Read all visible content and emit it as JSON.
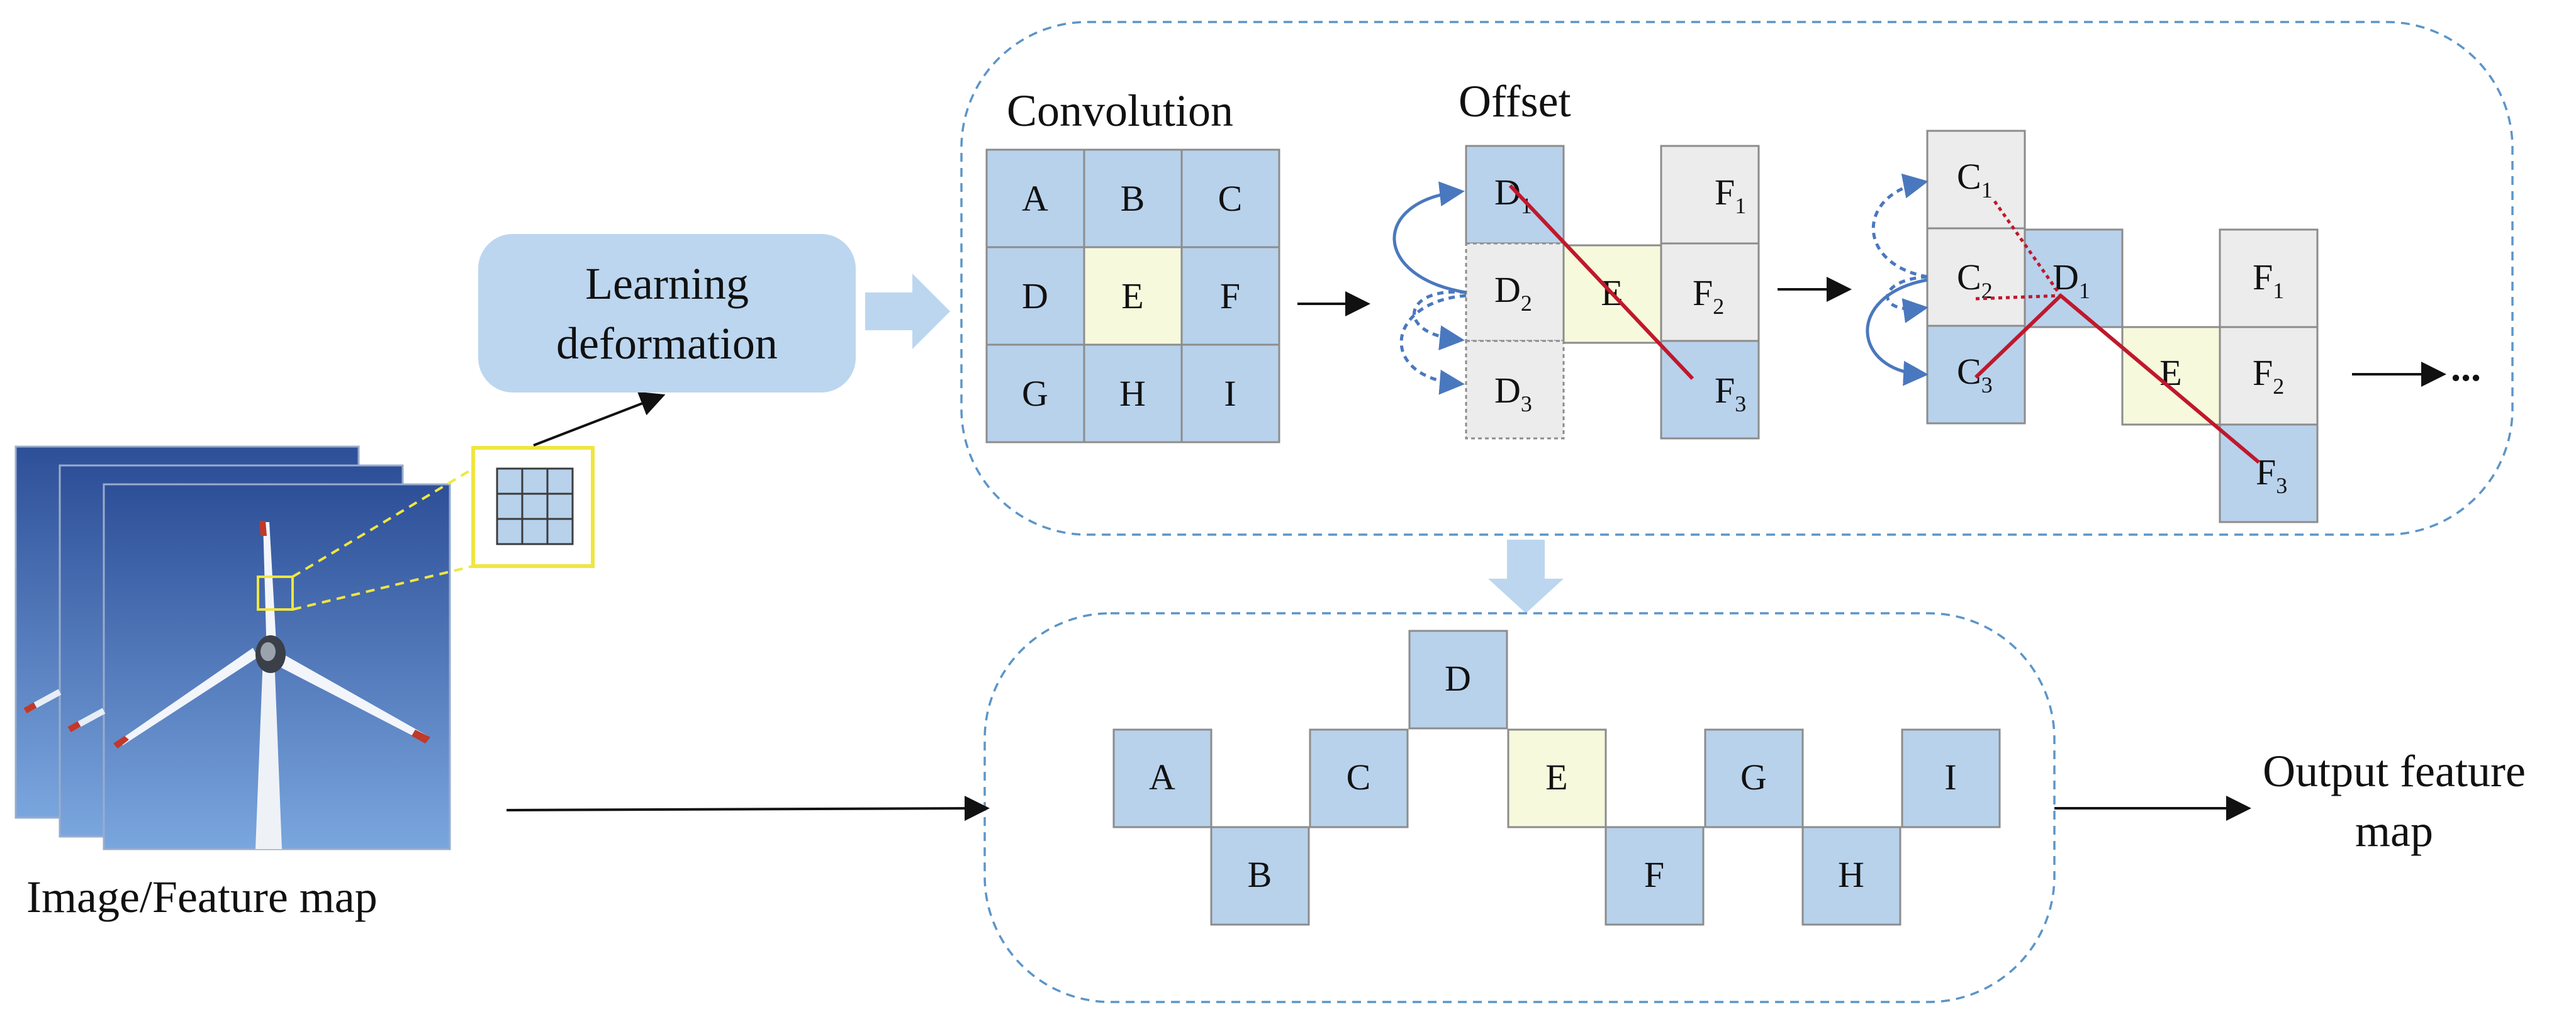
{
  "colors": {
    "cell_blue": "#b8d2ec",
    "cell_yellow": "#f6f9dc",
    "cell_gray": "#ececec",
    "cell_border": "#8c8c8c",
    "panel_dash": "#5b95c8",
    "connector_arrow": "#bcd6ef",
    "curve_blue": "#4a78be",
    "red_line": "#c0182c",
    "highlight_yellow": "#f0e640",
    "sky_top": "#2d4f98",
    "sky_bottom": "#6f9bd8"
  },
  "labels": {
    "learning_deformation_line1": "Learning",
    "learning_deformation_line2": "deformation",
    "convolution": "Convolution",
    "offset": "Offset",
    "image_feature_map": "Image/Feature map",
    "output_line1": "Output feature",
    "output_line2": "map",
    "ellipsis": "..."
  },
  "conv_grid": [
    "A",
    "B",
    "C",
    "D",
    "E",
    "F",
    "G",
    "H",
    "I"
  ],
  "offset1": {
    "d1": "D",
    "d1_sub": "1",
    "d2": "D",
    "d2_sub": "2",
    "d3": "D",
    "d3_sub": "3",
    "e": "E",
    "f1": "F",
    "f1_sub": "1",
    "f2": "F",
    "f2_sub": "2",
    "f3": "F",
    "f3_sub": "3"
  },
  "offset2": {
    "c1": "C",
    "c1_sub": "1",
    "c2": "C",
    "c2_sub": "2",
    "c3": "C",
    "c3_sub": "3",
    "d1": "D",
    "d1_sub": "1",
    "e": "E",
    "f1": "F",
    "f1_sub": "1",
    "f2": "F",
    "f2_sub": "2",
    "f3": "F",
    "f3_sub": "3"
  },
  "output_cells": [
    "A",
    "B",
    "C",
    "D",
    "E",
    "F",
    "G",
    "H",
    "I"
  ]
}
